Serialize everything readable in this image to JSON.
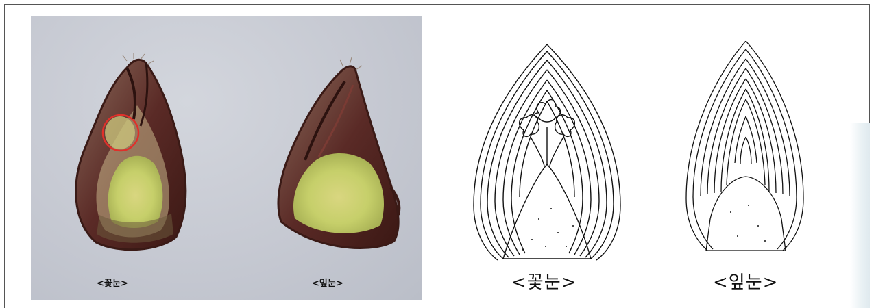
{
  "photo": {
    "left_caption": "<꽃눈>",
    "right_caption": "<잎눈>"
  },
  "diagram": {
    "left_caption": "<꽃눈>",
    "right_caption": "<잎눈>"
  },
  "colors": {
    "background": "#ffffff",
    "photo_backdrop": "#c6c9d2",
    "bud_scale": "#5a2a26",
    "bud_core": "#c6cf6a",
    "highlight_circle": "#e0302a",
    "line_art": "#111111"
  }
}
